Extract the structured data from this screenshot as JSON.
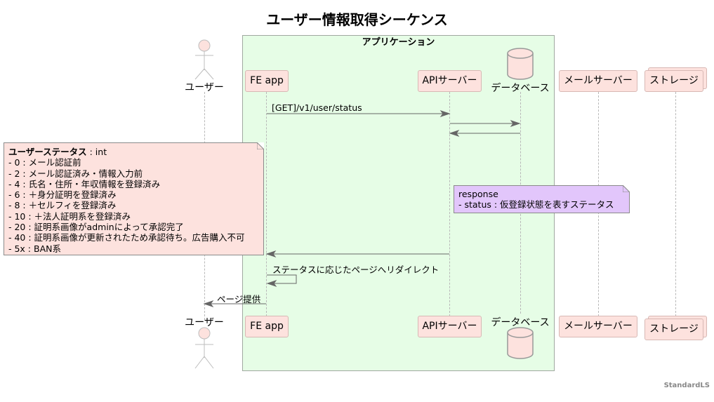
{
  "diagram": {
    "title": "ユーザー情報取得シーケンス",
    "group_label": "アプリケーション",
    "participants": {
      "user": "ユーザー",
      "fe": "FE app",
      "api": "APIサーバー",
      "db": "データベース",
      "mail": "メールサーバー",
      "storage": "ストレージ"
    },
    "messages": [
      {
        "from": "fe",
        "to": "api",
        "label": "[GET]/v1/user/status"
      },
      {
        "from": "api",
        "to": "db",
        "label": ""
      },
      {
        "from": "db",
        "to": "api",
        "label": ""
      },
      {
        "from": "api",
        "to": "fe",
        "label": ""
      },
      {
        "from": "fe",
        "to": "fe",
        "label": "ステータスに応じたページへリダイレクト"
      },
      {
        "from": "fe",
        "to": "user",
        "label": "ページ提供"
      }
    ],
    "notes": {
      "status_note": {
        "title": "ユーザーステータス",
        "type_suffix": " : int",
        "lines": [
          "- 0 : メール認証前",
          "- 2 : メール認証済み・情報入力前",
          "- 4 : 氏名・住所・年収情報を登録済み",
          "- 6 : ＋身分証明を登録済み",
          "- 8 : ＋セルフィを登録済み",
          "- 10 : ＋法人証明系を登録済み",
          "- 20 : 証明系画像がadminによって承認完了",
          "- 40 : 証明系画像が更新されたため承認待ち。広告購入不可",
          "- 5x : BAN系"
        ]
      },
      "response_note": {
        "lines": [
          "response",
          "- status : 仮登録状態を表すステータス"
        ]
      }
    },
    "footer": "StandardLS",
    "colors": {
      "participant_fill": "#fde2de",
      "group_fill": "#e6fde6",
      "note_fill": "#fde2de",
      "response_note_fill": "#e2c6fb",
      "arrow": "#666666"
    }
  }
}
